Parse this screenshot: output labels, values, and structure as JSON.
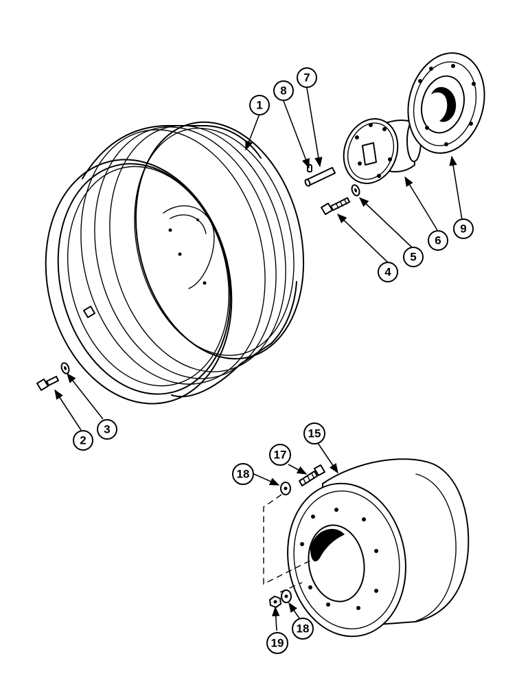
{
  "callouts": [
    {
      "id": "c1",
      "label": "1"
    },
    {
      "id": "c2",
      "label": "2"
    },
    {
      "id": "c3",
      "label": "3"
    },
    {
      "id": "c4",
      "label": "4"
    },
    {
      "id": "c5",
      "label": "5"
    },
    {
      "id": "c6",
      "label": "6"
    },
    {
      "id": "c7",
      "label": "7"
    },
    {
      "id": "c8",
      "label": "8"
    },
    {
      "id": "c9",
      "label": "9"
    },
    {
      "id": "c15",
      "label": "15"
    },
    {
      "id": "c17",
      "label": "17"
    },
    {
      "id": "c18a",
      "label": "18"
    },
    {
      "id": "c18b",
      "label": "18"
    },
    {
      "id": "c19",
      "label": "19"
    }
  ]
}
